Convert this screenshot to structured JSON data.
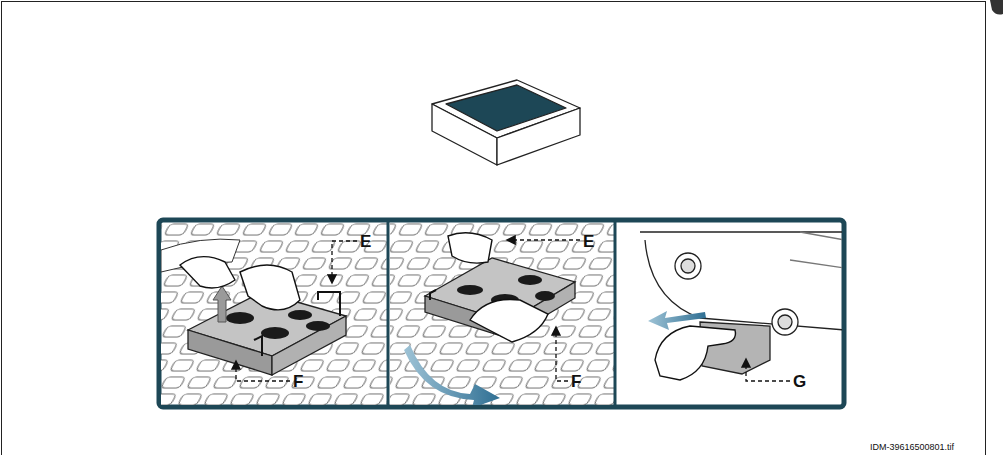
{
  "diagram": {
    "labels": [
      "E",
      "F",
      "E",
      "F",
      "G",
      "IDM-39616500801.tif"
    ]
  }
}
